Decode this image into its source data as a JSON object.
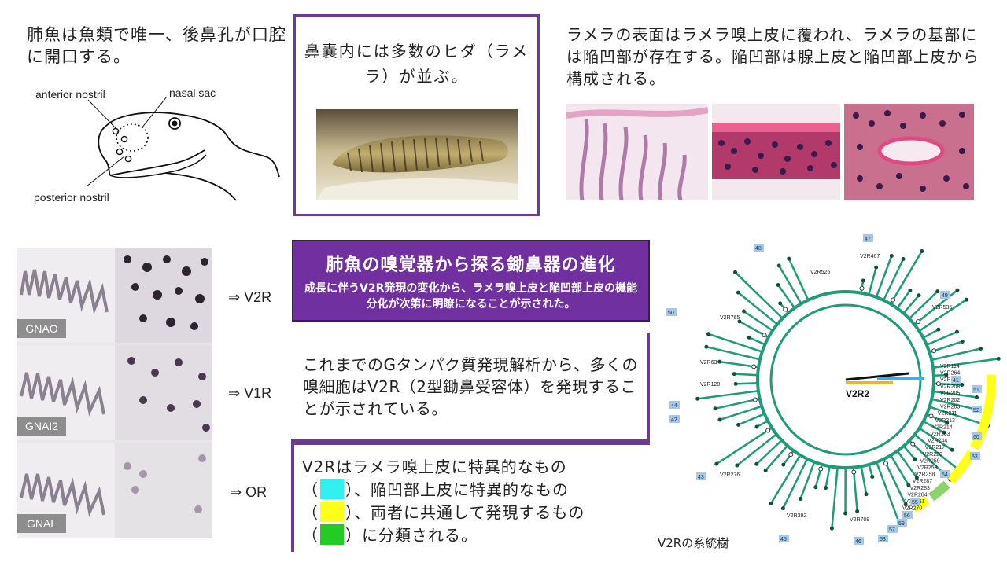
{
  "top_left": {
    "text": "肺魚は魚類で唯一、後鼻孔が口腔に開口する。",
    "labels": {
      "anterior": "anterior nostril",
      "nasal_sac": "nasal sac",
      "posterior": "posterior nostril"
    }
  },
  "top_middle": {
    "text": "鼻嚢内には多数のヒダ（ラメラ）が並ぶ。"
  },
  "top_right": {
    "text": "ラメラの表面はラメラ嗅上皮に覆われ、ラメラの基部には陥凹部が存在する。陥凹部は腺上皮と陥凹部上皮から構成される。"
  },
  "ish": {
    "panels": [
      {
        "tag": "GNAO",
        "arrow": "⇒ V2R"
      },
      {
        "tag": "GNAI2",
        "arrow": "⇒ V1R"
      },
      {
        "tag": "GNAL",
        "arrow": "⇒ OR"
      }
    ]
  },
  "banner": {
    "title": "肺魚の嗅覚器から探る鋤鼻器の進化",
    "subtitle": "成長に伴うV2R発現の変化から、ラメラ嗅上皮と陥凹部上皮の機能分化が次第に明瞭になることが示された。"
  },
  "middle": {
    "text": "これまでのGタンパク質発現解析から、多くの嗅細胞はV2R（2型鋤鼻受容体）を発現することが示されている。"
  },
  "bottom": {
    "line1": "V2Rはラメラ嗅上皮に特異的なもの",
    "line2": "、陥凹部上皮に特異的なもの",
    "line3": "、両者に共通して発現するもの",
    "line4": "に分類される。",
    "paren_open": "（",
    "paren_close": "）",
    "colors": [
      "#33f0f0",
      "#ffff1a",
      "#22cc22"
    ]
  },
  "tree": {
    "caption": "V2Rの系統樹",
    "center_label": "V2R2",
    "branch_color": "#1f9a7a",
    "leaf_labels_right": [
      "V2R114",
      "V2R264",
      "V2R206",
      "V2R208",
      "V2R205",
      "V2R202",
      "V2R203",
      "V2R211",
      "V2R213",
      "V2R214",
      "V2R163",
      "V2R244",
      "V2R217",
      "V2R220",
      "V2R259",
      "V2R253",
      "V2R258",
      "V2R287",
      "V2R283",
      "V2R284",
      "V2R261",
      "V2R270"
    ],
    "leaf_labels_other": [
      "V2R467",
      "V2R535",
      "V2R526",
      "V2R765",
      "V2R63",
      "V2R120",
      "V2R276",
      "V2R392",
      "V2R709"
    ],
    "clade_numbers": [
      "47",
      "48",
      "49",
      "50",
      "41",
      "44",
      "42",
      "43",
      "45",
      "46",
      "51",
      "52",
      "53",
      "54",
      "55",
      "56",
      "57",
      "58",
      "59",
      "60"
    ]
  }
}
